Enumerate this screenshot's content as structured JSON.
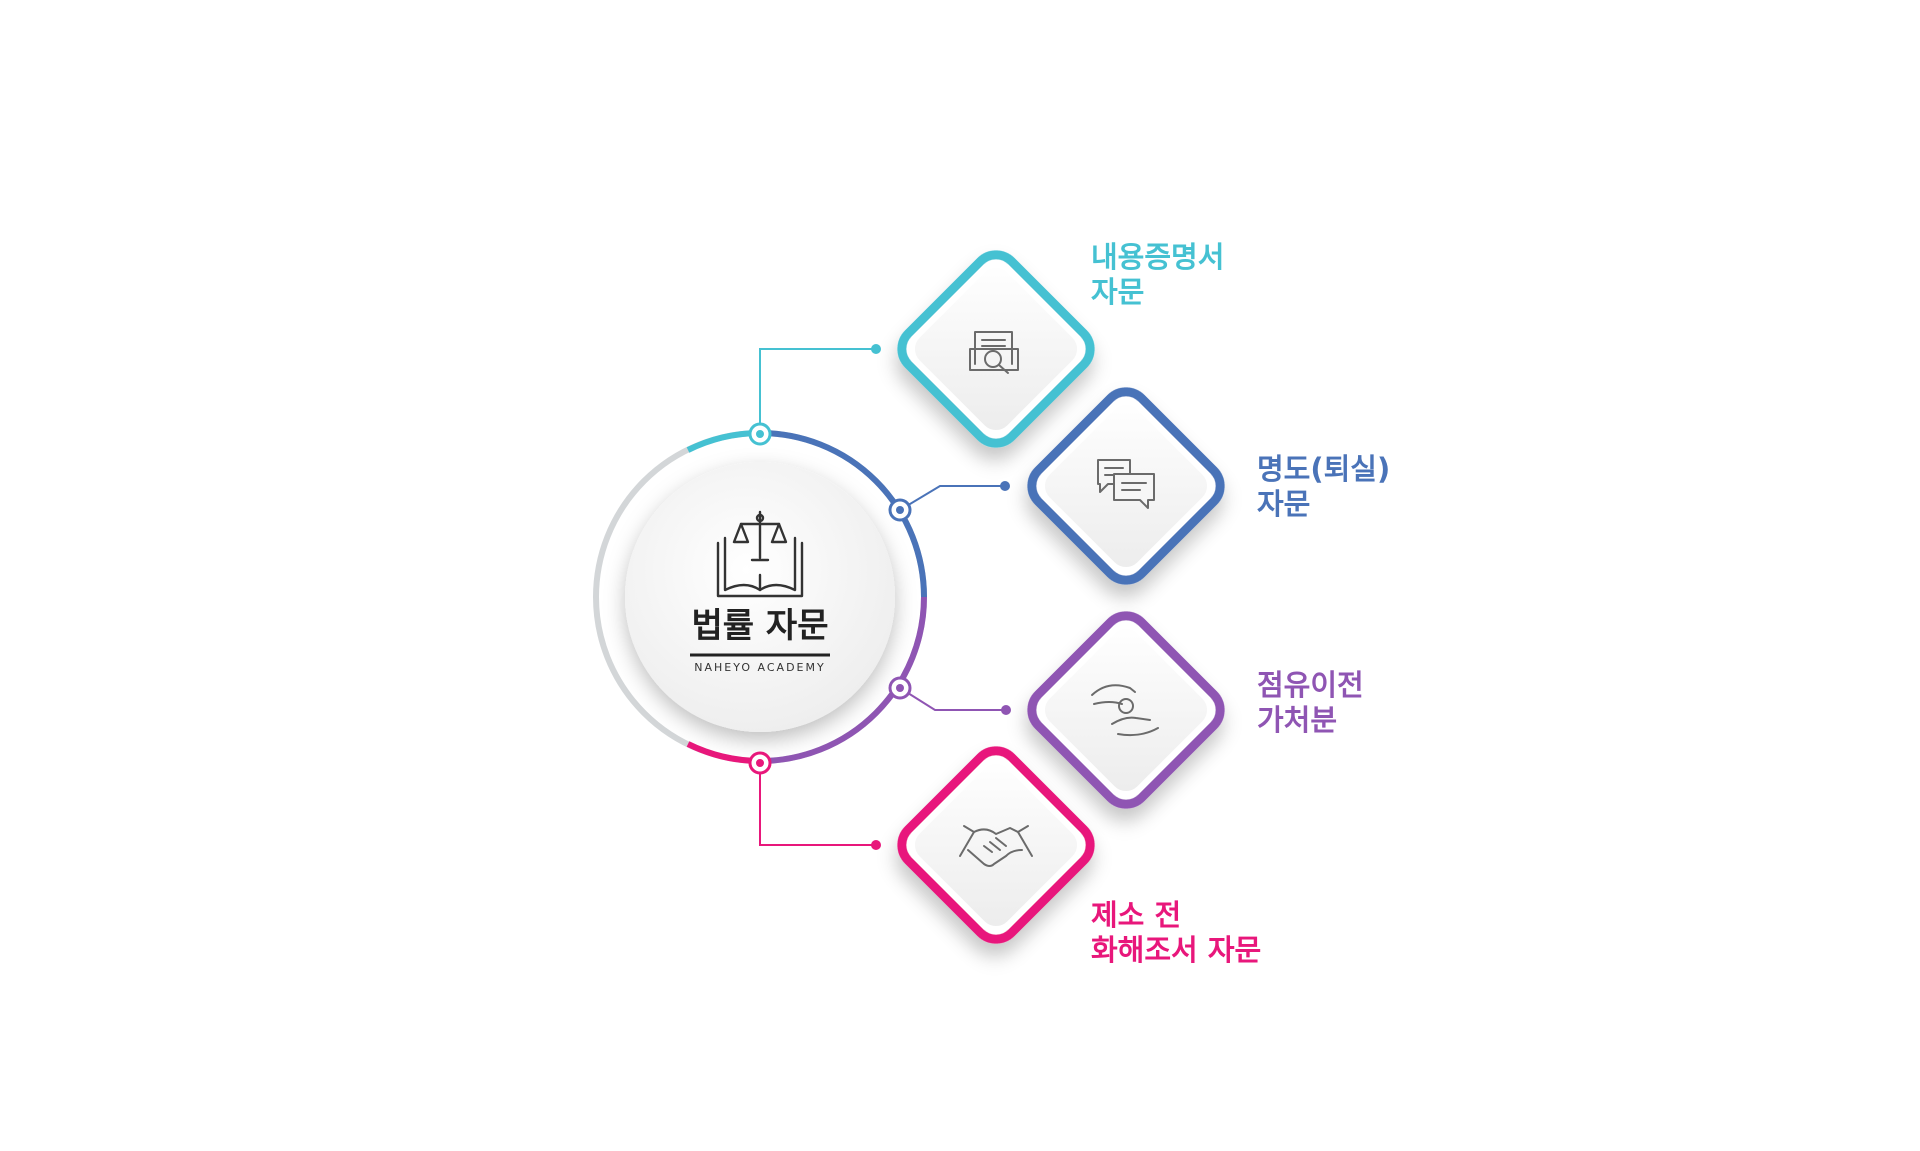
{
  "center": {
    "title": "법률 자문",
    "subtitle": "NAHEYO ACADEMY",
    "icon": "scales-book-icon"
  },
  "items": [
    {
      "line1": "내용증명서",
      "line2": "자문",
      "color": "#45c1d2",
      "icon": "document-search-icon"
    },
    {
      "line1": "명도(퇴실)",
      "line2": "자문",
      "color": "#4a73b8",
      "icon": "chat-bubbles-icon"
    },
    {
      "line1": "점유이전",
      "line2": "가처분",
      "color": "#8f55b3",
      "icon": "hand-giving-icon"
    },
    {
      "line1": "제소 전",
      "line2": "화해조서 자문",
      "color": "#e8177b",
      "icon": "handshake-icon"
    }
  ],
  "colors": {
    "ring_gray": "#d3d6d8",
    "icon_gray": "#6b6b6b",
    "text_dark": "#222222"
  }
}
